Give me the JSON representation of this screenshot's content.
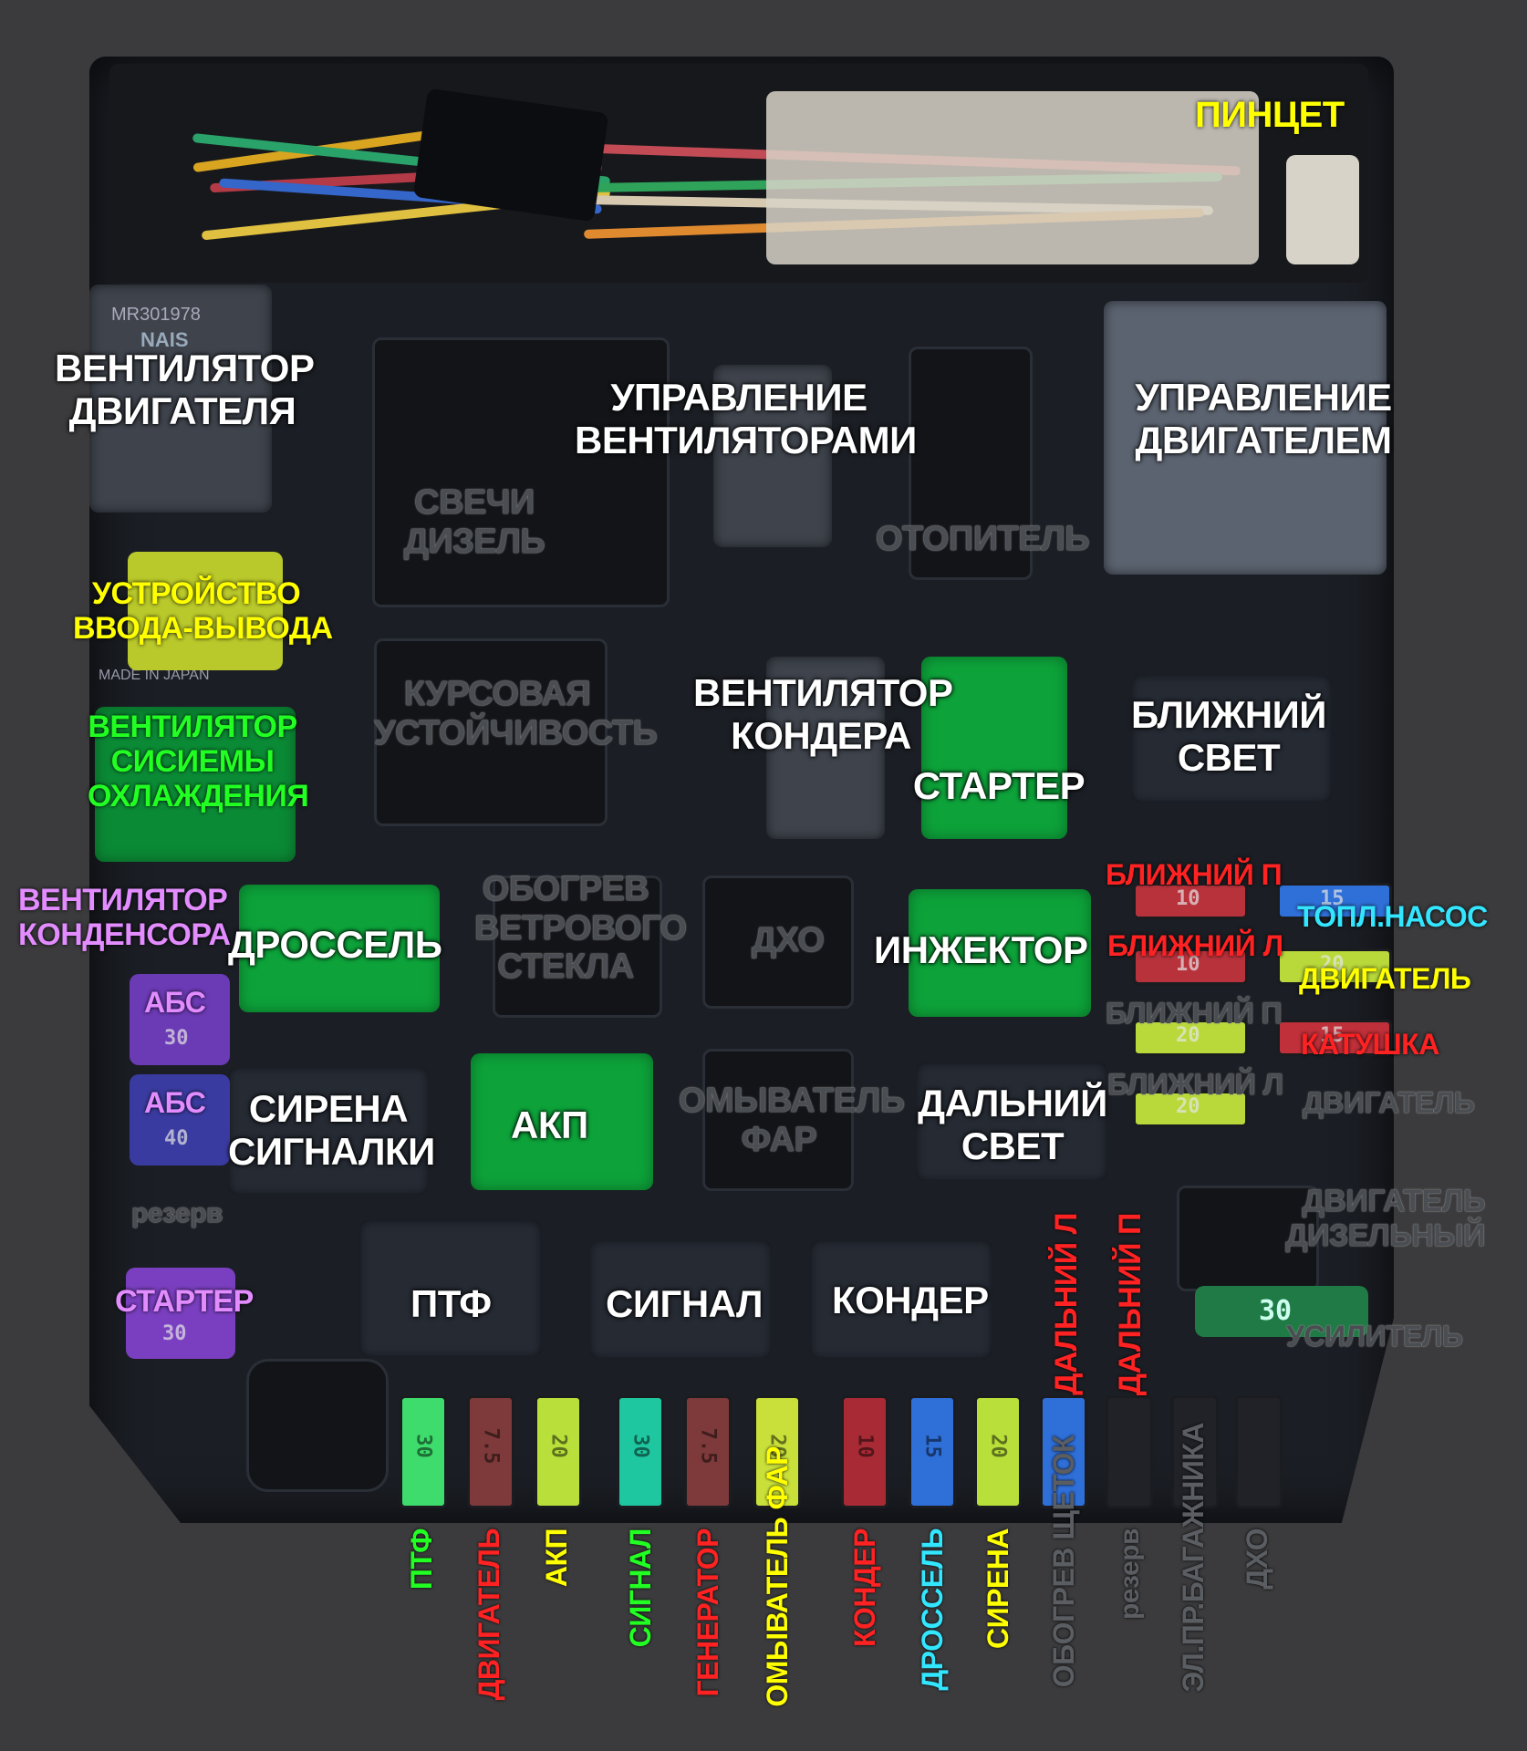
{
  "colors": {
    "white": "#ffffff",
    "yellow": "#ffff00",
    "green": "#22ff22",
    "violet": "#e28cff",
    "red": "#ff2222",
    "cyan": "#33e6ff",
    "grey": "#4a4d52"
  },
  "printed": {
    "relay_part": "MR301978",
    "relay_brand": "NAIS",
    "made_in": "MADE IN JAPAN",
    "fuse_30_big": "30"
  },
  "labels": {
    "pincet": "ПИНЦЕТ",
    "engine_fan": [
      "ВЕНТИЛЯТОР",
      "ДВИГАТЕЛЯ"
    ],
    "fan_control": [
      "УПРАВЛЕНИЕ",
      "ВЕНТИЛЯТОРАМИ"
    ],
    "engine_control": [
      "УПРАВЛЕНИЕ",
      "ДВИГАТЕЛЕМ"
    ],
    "glow_plugs": [
      "СВЕЧИ",
      "ДИЗЕЛЬ"
    ],
    "heater": "ОТОПИТЕЛЬ",
    "io_device": [
      "УСТРОЙСТВО",
      "ВВОДА-ВЫВОДА"
    ],
    "stability": [
      "КУРСОВАЯ",
      "УСТОЙЧИВОСТЬ"
    ],
    "condenser_fan_relay": [
      "ВЕНТИЛЯТОР",
      "КОНДЕРА"
    ],
    "starter_relay": "СТАРТЕР",
    "low_beam_relay": [
      "БЛИЖНИЙ",
      "СВЕТ"
    ],
    "cooling_fan": [
      "ВЕНТИЛЯТОР",
      "СИСИЕМЫ",
      "ОХЛАЖДЕНИЯ"
    ],
    "condensor_fan": [
      "ВЕНТИЛЯТОР",
      "КОНДЕНСОРА"
    ],
    "throttle_relay": "ДРОССЕЛЬ",
    "windshield_heat": [
      "ОБОГРЕВ",
      "ВЕТРОВОГО",
      "СТЕКЛА"
    ],
    "drl_relay": "ДХО",
    "injector_relay": "ИНЖЕКТОР",
    "low_r": "БЛИЖНИЙ П",
    "low_l": "БЛИЖНИЙ Л",
    "low_r2": "БЛИЖНИЙ П",
    "low_l2": "БЛИЖНИЙ Л",
    "fuel_pump": "ТОПЛ.НАСОС",
    "engine_y": "ДВИГАТЕЛЬ",
    "coil": "КАТУШКА",
    "engine_g": "ДВИГАТЕЛЬ",
    "abs1": "АБС",
    "abs2": "АБС",
    "siren": [
      "СИРЕНА",
      "СИГНАЛКИ"
    ],
    "akp_relay": "АКП",
    "headlamp_washer": [
      "ОМЫВАТЕЛЬ",
      "ФАР"
    ],
    "high_beam_relay": [
      "ДАЛЬНИЙ",
      "СВЕТ"
    ],
    "reserve_left": "резерв",
    "engine_diesel": [
      "ДВИГАТЕЛЬ",
      "ДИЗЕЛЬНЫЙ"
    ],
    "amplifier": "УСИЛИТЕЛЬ",
    "starter_fuse": "СТАРТЕР",
    "ptf_relay": "ПТФ",
    "horn_relay": "СИГНАЛ",
    "ac_relay": "КОНДЕР",
    "high_l": "ДАЛЬНИЙ Л",
    "high_r": "ДАЛЬНИЙ П"
  },
  "left_fuses": [
    {
      "amp": "30",
      "color": "#7a3fbf"
    },
    {
      "amp": "40",
      "color": "#3d3fa8"
    },
    {
      "amp": "30",
      "color": "#8a3fcf"
    }
  ],
  "right_fuses": [
    {
      "amp": "10",
      "color": "#b8323c"
    },
    {
      "amp": "15",
      "color": "#2f6fd8"
    },
    {
      "amp": "10",
      "color": "#b8323c"
    },
    {
      "amp": "20",
      "color": "#b9d93a"
    },
    {
      "amp": "20",
      "color": "#b9d93a"
    },
    {
      "amp": "15",
      "color": "#c0303a"
    },
    {
      "amp": "20",
      "color": "#b9d93a"
    }
  ],
  "bottom_fuses": [
    {
      "name": "ПТФ",
      "amp": "30",
      "color": "#3ddc6c",
      "label_color": "#22ff22"
    },
    {
      "name": "ДВИГАТЕЛЬ",
      "amp": "7.5",
      "color": "#7e3a3a",
      "label_color": "#ff2222"
    },
    {
      "name": "АКП",
      "amp": "20",
      "color": "#b9e03a",
      "label_color": "#ffff00"
    },
    {
      "name": "СИГНАЛ",
      "amp": "30",
      "color": "#1fc7a0",
      "label_color": "#22ff22"
    },
    {
      "name": "ГЕНЕРАТОР",
      "amp": "7.5",
      "color": "#7e3a3a",
      "label_color": "#ff2222"
    },
    {
      "name": "ОМЫВАТЕЛЬ ФАР",
      "amp": "20",
      "color": "#c9e03a",
      "label_color": "#ffff00"
    },
    {
      "name": "КОНДЕР",
      "amp": "10",
      "color": "#a82a35",
      "label_color": "#ff2222"
    },
    {
      "name": "ДРОССЕЛЬ",
      "amp": "15",
      "color": "#2f6fd8",
      "label_color": "#33e6ff"
    },
    {
      "name": "СИРЕНА",
      "amp": "20",
      "color": "#b9e03a",
      "label_color": "#ffff00"
    },
    {
      "name": "ОБОГРЕВ ЩЕТОК",
      "amp": "",
      "color": "#2f6fd8",
      "label_color": "#4a4d52"
    },
    {
      "name": "резерв",
      "amp": "",
      "color": "#202227",
      "label_color": "#4a4d52"
    },
    {
      "name": "ЭЛ.ПР.БАГАЖНИКА",
      "amp": "",
      "color": "#202227",
      "label_color": "#4a4d52"
    },
    {
      "name": "ДХО",
      "amp": "",
      "color": "#202227",
      "label_color": "#4a4d52"
    }
  ]
}
